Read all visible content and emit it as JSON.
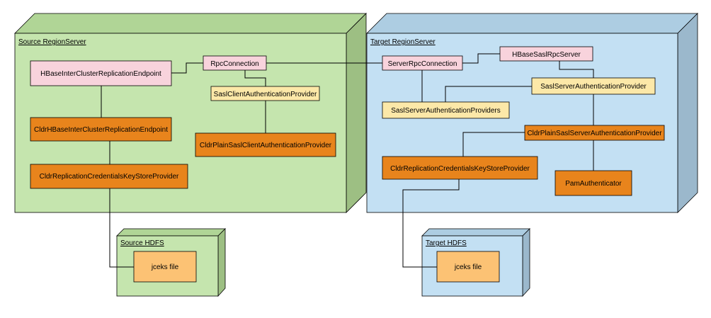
{
  "colors": {
    "source_front": "#c5e5ae",
    "source_top": "#b0d596",
    "source_side": "#9dbf83",
    "target_front": "#c3e0f3",
    "target_top": "#adcde2",
    "target_side": "#9bb8cc",
    "pink": "#f8d3dc",
    "yellow": "#fce8a8",
    "orange": "#e8841c",
    "light_orange": "#fcc274",
    "line": "#000000"
  },
  "source_region": {
    "label": "Source RegionServer",
    "endpoint": "HBaseInterClusterReplicationEndpoint",
    "rpc_connection": "RpcConnection",
    "sasl_client_provider": "SaslClientAuthenticationProvider",
    "cldr_endpoint": "CldrHBaseInterClusterReplicationEndpoint",
    "cldr_plain_client": "CldrPlainSaslClientAuthenticationProvider",
    "keystore_provider": "CldrReplicationCredentialsKeyStoreProvider"
  },
  "target_region": {
    "label": "Target RegionServer",
    "server_rpc_connection": "ServerRpcConnection",
    "hbase_sasl_rpc_server": "HBaseSaslRpcServer",
    "sasl_server_provider": "SaslServerAuthenticationProvider",
    "sasl_server_providers": "SaslServerAuthenticationProviders",
    "cldr_plain_server": "CldrPlainSaslServerAuthenticationProvider",
    "keystore_provider": "CldrReplicationCredentialsKeyStoreProvider",
    "pam_authenticator": "PamAuthenticator"
  },
  "source_hdfs": {
    "label": "Source HDFS",
    "file": "jceks file"
  },
  "target_hdfs": {
    "label": "Target HDFS",
    "file": "jceks file"
  }
}
